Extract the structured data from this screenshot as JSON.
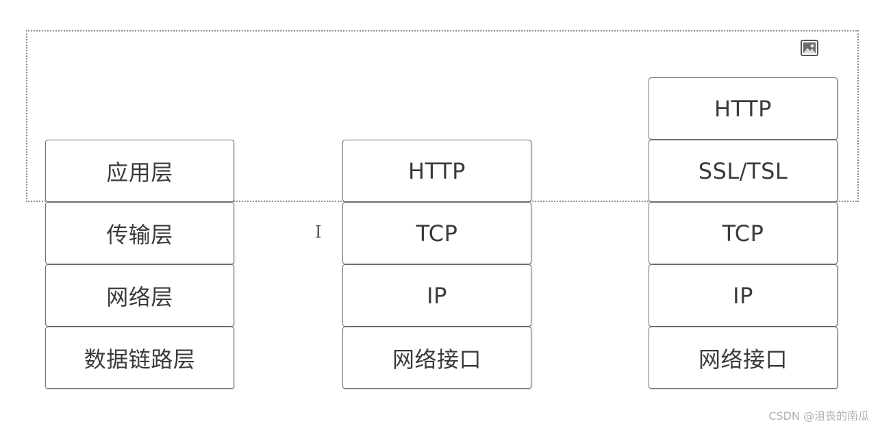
{
  "stacks": [
    {
      "layers": [
        "应用层",
        "传输层",
        "网络层",
        "数据链路层"
      ]
    },
    {
      "layers": [
        "HTTP",
        "TCP",
        "IP",
        "网络接口"
      ]
    },
    {
      "layers": [
        "HTTP",
        "SSL/TSL",
        "TCP",
        "IP",
        "网络接口"
      ]
    }
  ],
  "icons": {
    "image_icon": "image-icon",
    "text_cursor": "I"
  },
  "watermark": "CSDN @沮丧的南瓜",
  "colors": {
    "border": "#6f6f6f",
    "text": "#3a3a3a",
    "selection": "#8a8a8a",
    "watermark": "#b0b0b0"
  }
}
